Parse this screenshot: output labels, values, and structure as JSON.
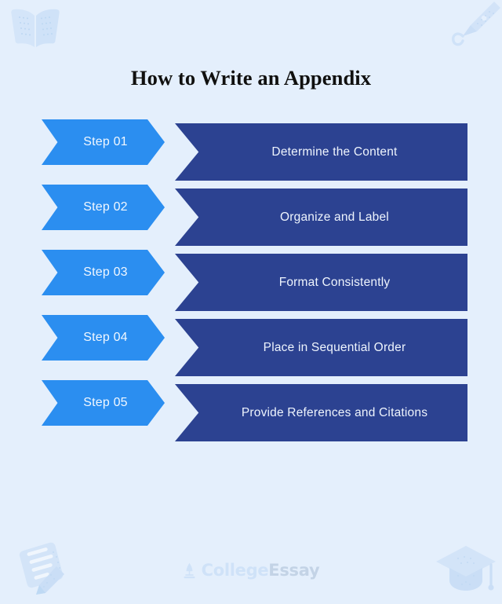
{
  "page": {
    "title": "How to Write an Appendix",
    "background_color": "#e4effc"
  },
  "colors": {
    "accent_light_blue": "#2b8ef0",
    "accent_dark_blue": "#2c4291",
    "title_text": "#10100f",
    "step_text": "#f2f8ff",
    "banner_text": "#eef4fd",
    "decoration": "#d3e4f8"
  },
  "steps": [
    {
      "number": "Step 01",
      "label": "Determine the Content"
    },
    {
      "number": "Step 02",
      "label": "Organize and Label"
    },
    {
      "number": "Step 03",
      "label": "Format Consistently"
    },
    {
      "number": "Step 04",
      "label": "Place in Sequential Order"
    },
    {
      "number": "Step 05",
      "label": "Provide References and Citations"
    }
  ],
  "footer": {
    "logo_icon": "pen-nib-icon",
    "logo_part_one": "College",
    "logo_part_two": "Essay"
  },
  "decorations": [
    {
      "name": "open-book-icon",
      "position": "top-left"
    },
    {
      "name": "fountain-pen-nib-icon",
      "position": "top-right"
    },
    {
      "name": "document-pencil-icon",
      "position": "bottom-left"
    },
    {
      "name": "graduation-cap-icon",
      "position": "bottom-right"
    }
  ]
}
